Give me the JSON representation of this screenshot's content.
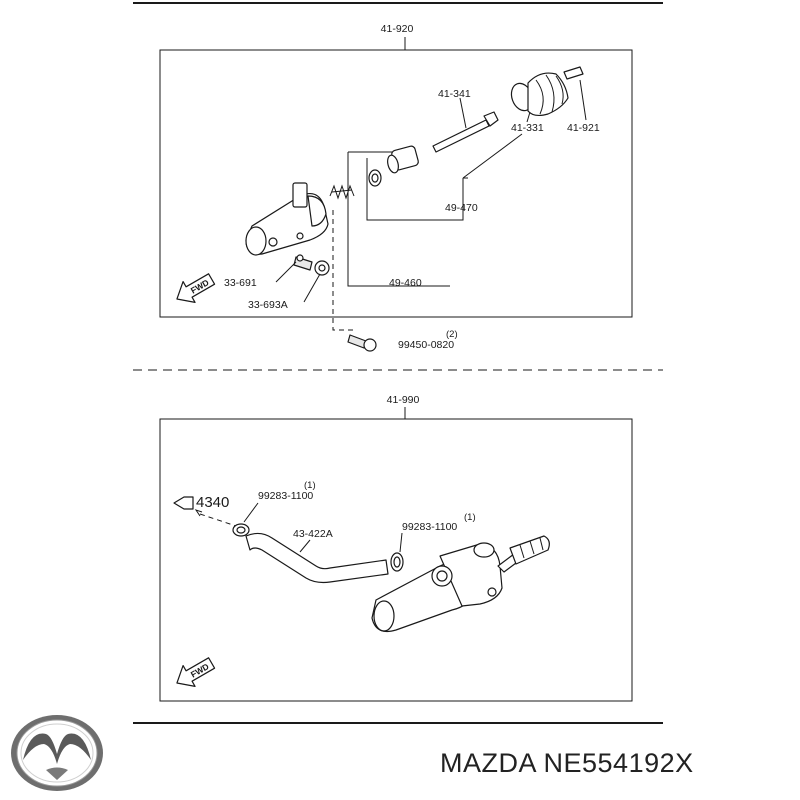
{
  "top": {
    "assembly": "41-920",
    "labels": {
      "p41341": "41-341",
      "p41331": "41-331",
      "p41921": "41-921",
      "p49470": "49-470",
      "p49460": "49-460",
      "p33691": "33-691",
      "p33693a": "33-693A",
      "p99450": "99450-0820",
      "p99450_qty": "(2)"
    },
    "fwd": "FWD"
  },
  "bottom": {
    "assembly": "41-990",
    "labels": {
      "ref4340": "4340",
      "clamp_a": "99283-1100",
      "clamp_a_qty": "(1)",
      "hose": "43-422A",
      "clamp_b": "99283-1100",
      "clamp_b_qty": "(1)"
    },
    "fwd": "FWD"
  },
  "brand": {
    "text": "MAZDA NE554192X",
    "logo": "mazda-logo"
  }
}
